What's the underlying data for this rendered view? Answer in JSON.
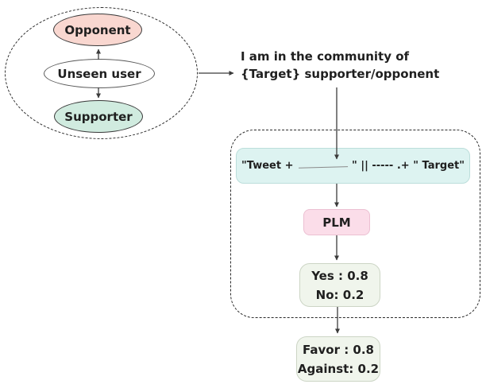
{
  "colors": {
    "opponent_fill": "#f9d7d0",
    "supporter_fill": "#d0ebdf",
    "unseen_fill": "#ffffff",
    "tweet_fill": "#ddf3f1",
    "plm_fill": "#fbdde9",
    "output_fill": "#f0f5ec",
    "arrow": "#3b3b3b",
    "text": "#1f1f1f"
  },
  "community_cluster": {
    "opponent_label": "Opponent",
    "unseen_user_label": "Unseen user",
    "supporter_label": "Supporter"
  },
  "prompt": {
    "line1": "I am in the community of",
    "line2": "{Target} supporter/opponent"
  },
  "pipeline": {
    "tweet_left": "\"Tweet +",
    "tweet_right": "\" || ----- .+ \" Target\"",
    "plm_label": "PLM",
    "plm_output_line1": "Yes : 0.8",
    "plm_output_line2": "No: 0.2",
    "final_line1": "Favor : 0.8",
    "final_line2": "Against: 0.2"
  }
}
